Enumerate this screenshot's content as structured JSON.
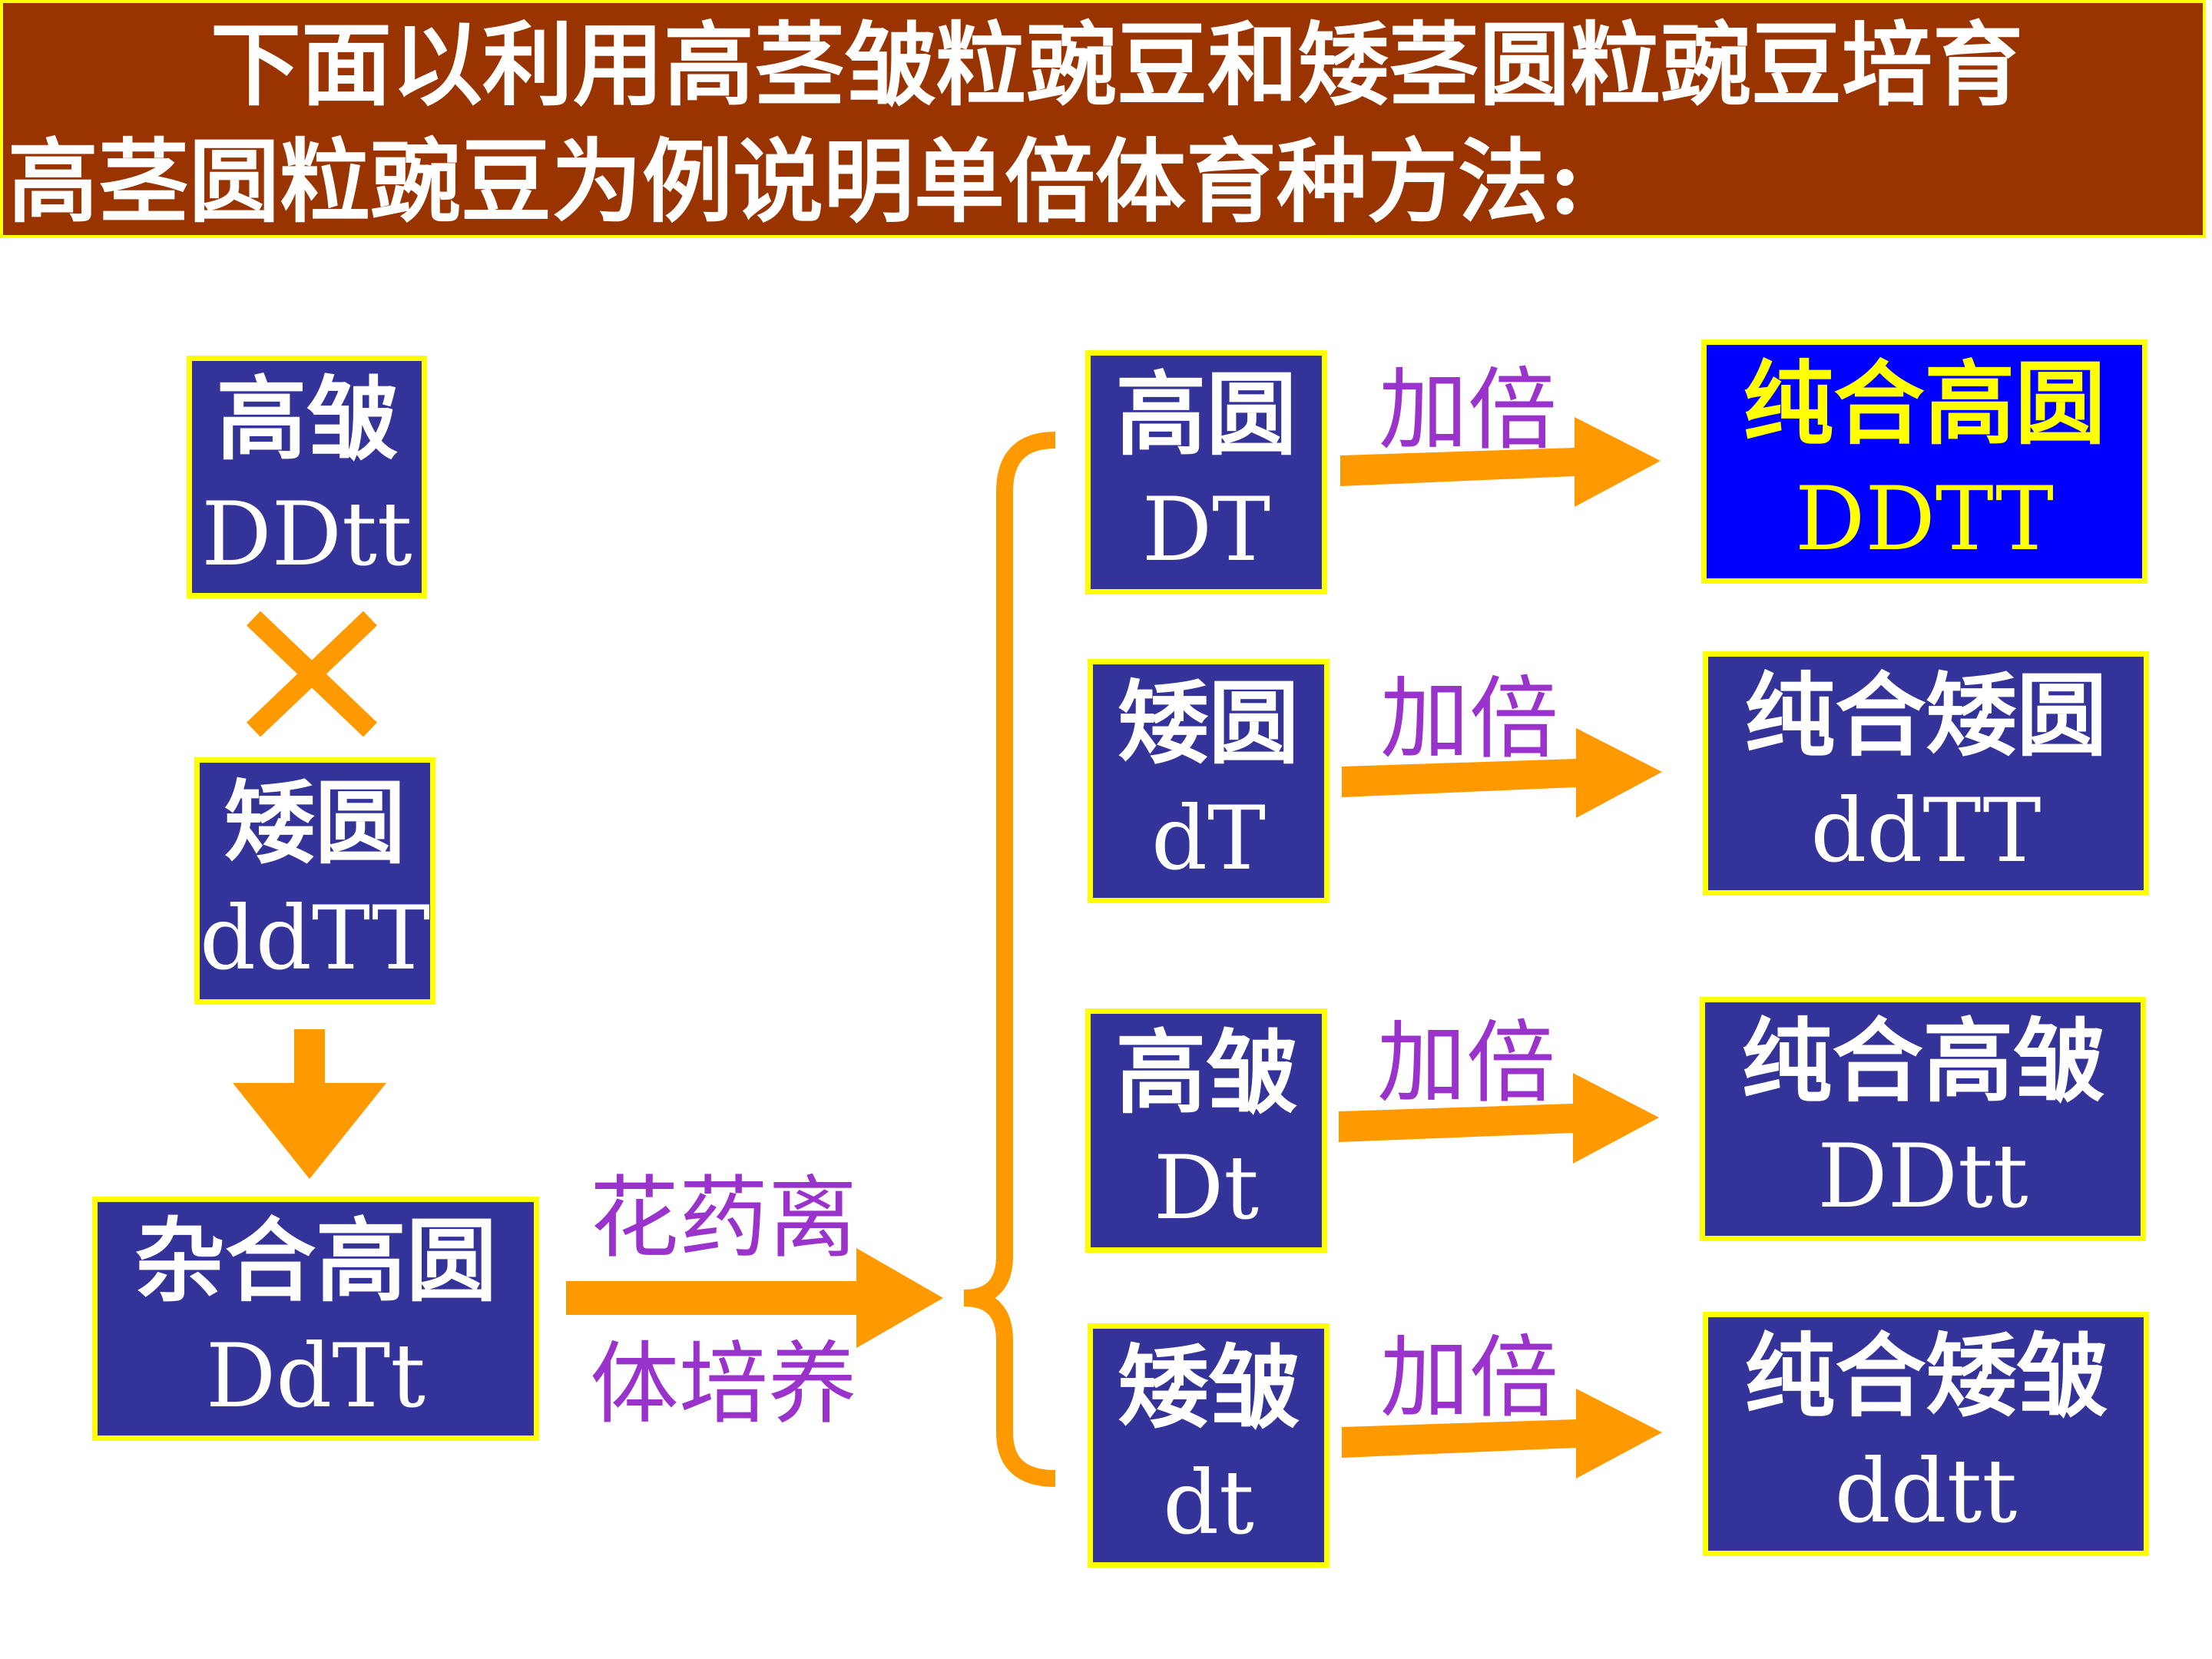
{
  "header": {
    "line1": "下面以利用高茎皱粒豌豆和矮茎圆粒豌豆培育",
    "line2": "高茎圆粒豌豆为例说明单倍体育种方法:"
  },
  "parents": {
    "parent1": {
      "name": "高皱",
      "genotype": "DDtt"
    },
    "cross_symbol": "×",
    "parent2": {
      "name": "矮圆",
      "genotype": "ddTT"
    }
  },
  "hybrid": {
    "name": "杂合高圆",
    "genotype": "DdTt"
  },
  "culture_label": {
    "line1": "花药离",
    "line2": "体培养"
  },
  "haploids": [
    {
      "name": "高圆",
      "genotype": "DT"
    },
    {
      "name": "矮圆",
      "genotype": "dT"
    },
    {
      "name": "高皱",
      "genotype": "Dt"
    },
    {
      "name": "矮皱",
      "genotype": "dt"
    }
  ],
  "doubling_label": "加倍",
  "doubled": [
    {
      "name": "纯合高圆",
      "genotype": "DDTT",
      "highlighted": true
    },
    {
      "name": "纯合矮圆",
      "genotype": "ddTT"
    },
    {
      "name": "纯合高皱",
      "genotype": "DDtt"
    },
    {
      "name": "纯合矮皱",
      "genotype": "ddtt"
    }
  ],
  "colors": {
    "header_bg": "#993300",
    "box_bg": "#333399",
    "box_border": "#ffff00",
    "highlight_bg": "#0000ff",
    "highlight_text": "#ffff00",
    "arrow": "#ff9900",
    "label_text": "#9933cc"
  }
}
